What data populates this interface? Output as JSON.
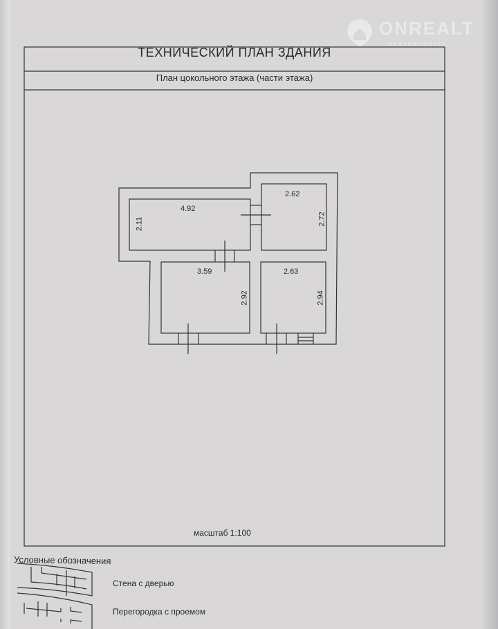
{
  "watermark": {
    "brand": "ONREALT",
    "tagline": "недвижимость"
  },
  "document": {
    "title": "ТЕХНИЧЕСКИЙ ПЛАН ЗДАНИЯ",
    "subtitle": "План цокольного этажа (части этажа)",
    "scale": "масштаб 1:100"
  },
  "plan": {
    "rooms": [
      {
        "width": "4.92",
        "depth": "2.11"
      },
      {
        "width": "2.62",
        "depth": "2.72"
      },
      {
        "width": "3.59",
        "depth": "2.92"
      },
      {
        "width": "2.63",
        "depth": "2.94"
      }
    ]
  },
  "legend": {
    "heading": "Условные обозначения",
    "items": [
      {
        "label": "Стена с дверью"
      },
      {
        "label": "Перегородка с проемом"
      }
    ]
  }
}
